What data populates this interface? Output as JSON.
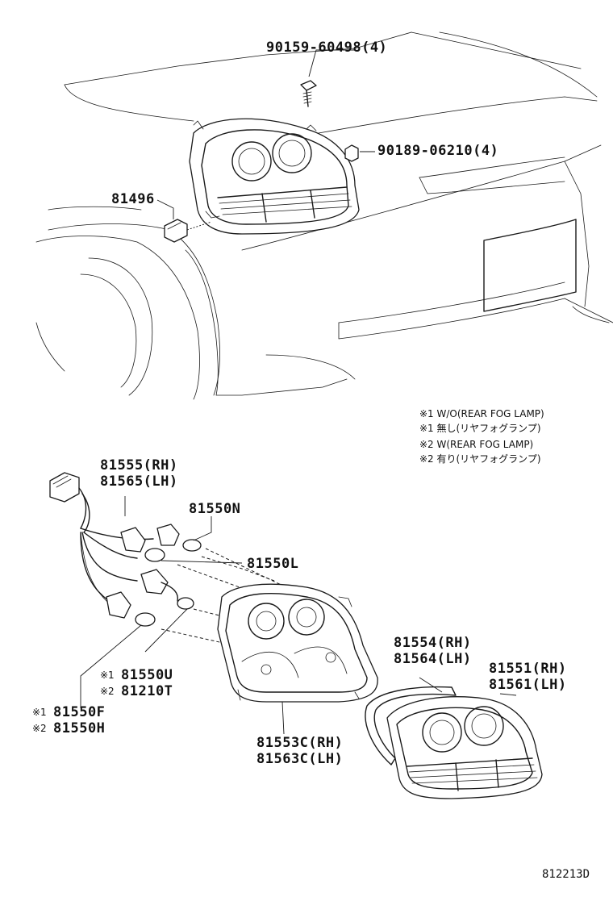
{
  "parts": {
    "p_90159": "90159-60498(4)",
    "p_90189": "90189-06210(4)",
    "p_81496": "81496",
    "p_81555": "81555(RH)",
    "p_81565": "81565(LH)",
    "p_81550N": "81550N",
    "p_81550L": "81550L",
    "p_81550U": "81550U",
    "p_81210T": "81210T",
    "p_81550F": "81550F",
    "p_81550H": "81550H",
    "p_81554": "81554(RH)",
    "p_81564": "81564(LH)",
    "p_81551": "81551(RH)",
    "p_81561": "81561(LH)",
    "p_81553C": "81553C(RH)",
    "p_81563C": "81563C(LH)"
  },
  "markers": {
    "m1": "※1",
    "m2": "※2"
  },
  "notes": {
    "n1_en": "※1 W/O(REAR FOG LAMP)",
    "n1_jp": "※1 無し(リヤフォグランプ)",
    "n2_en": "※2 W(REAR FOG LAMP)",
    "n2_jp": "※2 有り(リヤフォグランプ)"
  },
  "diagram_code": "812213D"
}
